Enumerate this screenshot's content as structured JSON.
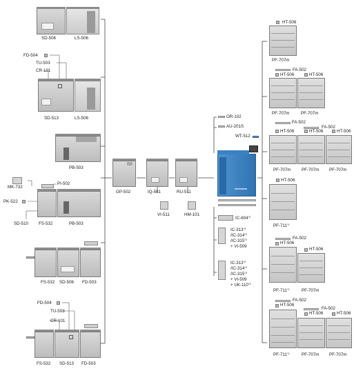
{
  "labels": {
    "sd506": "SD-506",
    "ls506": "LS-506",
    "fd504": "FD-504",
    "tu503": "TU-503",
    "cr101": "CR-101",
    "sd513": "SD-513",
    "ls506b": "LS-506",
    "pb503": "PB-503",
    "gp502": "GP-502",
    "iq501": "IQ-501",
    "ru511": "RU-511",
    "vi511": "VI-511",
    "hm101": "HM-101",
    "mk732": "MK-732",
    "pi502": "PI-502",
    "pk522": "PK-522",
    "sd510": "SD-510",
    "fs532": "FS-532",
    "pb503b": "PB-503",
    "fs532b": "FS-532",
    "sd506b": "SD-506",
    "fd503": "FD-503",
    "fd504b": "FD-504",
    "tu503b": "TU-503",
    "cr101b": "CR-101",
    "fs532c": "FS-532",
    "sd513b": "SD-513",
    "fd503b": "FD-503",
    "or102": "OR-102",
    "au201s": "AU-201S",
    "wt512": "WT-512",
    "ic604": "IC-604",
    "ic604_sup": "*2",
    "ic_a1": "IC-313",
    "ic_a1_sup": "*2",
    "ic_a2": "/IC-314",
    "ic_a2_sup": "*2",
    "ic_a3": "/IC-315",
    "ic_a3_sup": "*2",
    "ic_a4": "+ VI-509",
    "ic_b1": "IC-313",
    "ic_b1_sup": "*2",
    "ic_b2": "/IC-314",
    "ic_b2_sup": "*2",
    "ic_b3": "/IC-315",
    "ic_b3_sup": "*2",
    "ic_b4": "+ VI-509",
    "ic_b5": "+ UK-110",
    "ic_b5_sup": "*3",
    "r_ht1": "HT-506",
    "r_pf1": "PF-707m",
    "r_fa2": "FA-502",
    "r_ht2a": "HT-506",
    "r_ht2b": "HT-506",
    "r_pf2a": "PF-707m",
    "r_pf2b": "PF-707m",
    "r_fa3a": "FA-502",
    "r_fa3b": "FA-502",
    "r_ht3a": "HT-506",
    "r_ht3b": "HT-506",
    "r_ht3c": "HT-506",
    "r_pf3a": "PF-707m",
    "r_pf3b": "PF-707m",
    "r_pf3c": "PF-707m",
    "r_ht4": "HT-506",
    "r_pf4": "PF-711",
    "r_pf4_sup": "*1",
    "r_fa5": "FA-502",
    "r_ht5a": "HT-506",
    "r_ht5b": "HT-506",
    "r_pf5a": "PF-711",
    "r_pf5a_sup": "*1",
    "r_pf5b": "PF-707m",
    "r_fa6a": "FA-502",
    "r_fa6b": "FA-502",
    "r_ht6a": "HT-506",
    "r_ht6b": "HT-506",
    "r_ht6c": "HT-506",
    "r_pf6a": "PF-711",
    "r_pf6a_sup": "*1",
    "r_pf6b": "PF-707m",
    "r_pf6c": "PF-707m"
  },
  "colors": {
    "main_unit": "#3c82c2",
    "line": "#444444",
    "device_gray": "#c8c8c8"
  }
}
